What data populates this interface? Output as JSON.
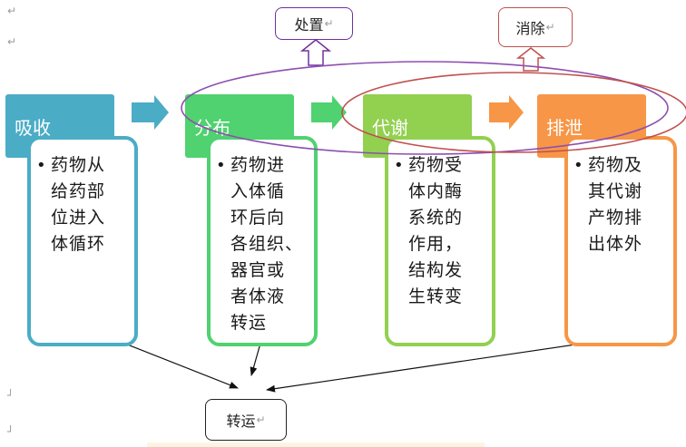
{
  "paragraph_mark": "↵",
  "corner_mark": "┘",
  "top_boxes": {
    "disposal": "处置",
    "elimination": "消除"
  },
  "stages": [
    {
      "title": "吸收",
      "color": "#4bacc6",
      "description": "药物从\n给药部\n位进入\n体循环"
    },
    {
      "title": "分布",
      "color": "#4fd26f",
      "description": "药物进\n入体循\n环后向\n各组织、\n器官或\n者体液\n转运"
    },
    {
      "title": "代谢",
      "color": "#92d050",
      "description": "药物受\n体内酶\n系统的\n作用，\n结构发\n生转变"
    },
    {
      "title": "排泄",
      "color": "#f79646",
      "description": "药物及\n其代谢\n产物排\n出体外"
    }
  ],
  "bottom_box": "转运",
  "colors": {
    "arrow_1": "#4bacc6",
    "arrow_2": "#4fd26f",
    "arrow_3": "#f79646",
    "ellipse_purple": "#8e4fb0",
    "ellipse_red": "#c0504d",
    "disposal_border": "#7030a0",
    "elimination_border": "#c0504d"
  }
}
